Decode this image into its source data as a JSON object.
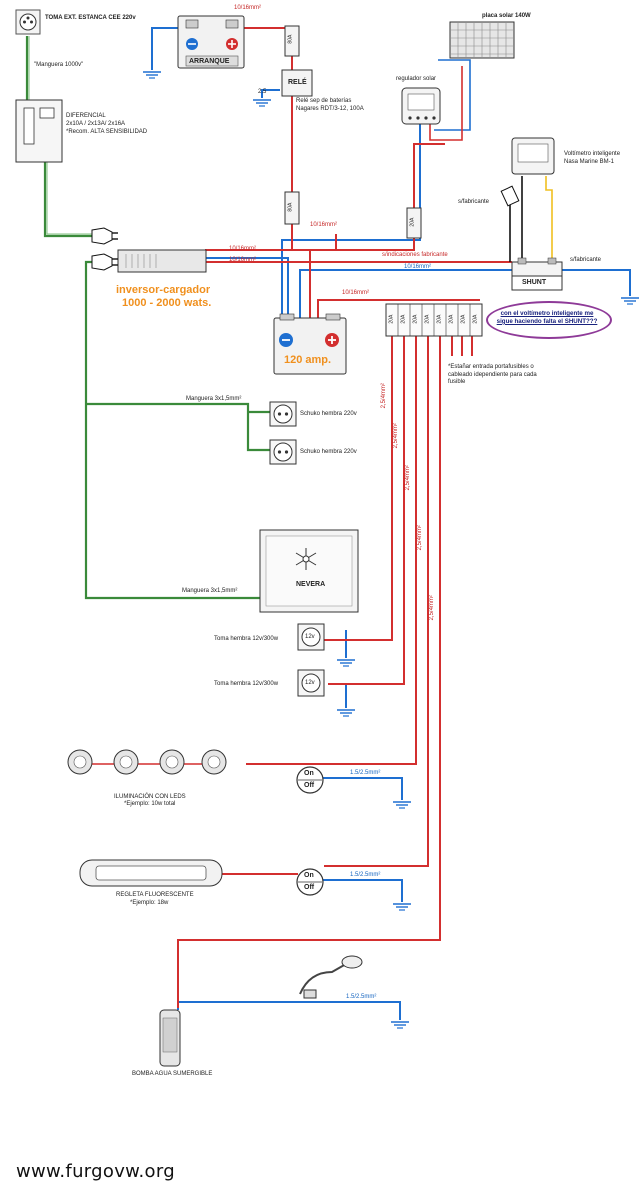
{
  "labels": {
    "toma_ext": "TOMA EXT. ESTANCA CEE 220v",
    "manguera_1000": "\"Manguera 1000v\"",
    "diferencial_title": "DIFERENCIAL",
    "diferencial_spec": "2x10A / 2x13A/ 2x16A",
    "diferencial_note": "*Recom. ALTA SENSIBILIDAD",
    "wire_top": "10/16mm²",
    "arranque": "ARRANQUE",
    "fuse_80a": "80A",
    "rele": "RELÉ",
    "rele_desc": "Relé sep de baterías\nNagares RDT/3-12, 100A",
    "voltage_25": "2.5",
    "placa_solar": "placa solar 140W",
    "regulador_solar": "regulador solar",
    "voltimetro": "Voltímetro inteligente\nNasa Marine BM-1",
    "s_fabricante": "s/fabricante",
    "s_fabricante_2": "s/fabricante",
    "shunt": "SHUNT",
    "fuse_20a": "20A",
    "s_indicaciones": "s/indicaciones fabricante",
    "wire_mid_1": "10/16mm²",
    "wire_mid_2": "10/16mm²",
    "wire_mid_3": "10/16mm²",
    "wire_mid_4": "10/16mm²",
    "wire_mid_5": "10/16mm²",
    "inversor_1": "inversor-cargador",
    "inversor_2": "1000 - 2000 wats.",
    "battery_120": "120 amp.",
    "callout": "con el voltímetro inteligente me sigue haciendo falta el SHUNT???",
    "fuse_block": [
      "20A",
      "20A",
      "20A",
      "20A",
      "20A",
      "20A",
      "20A",
      "20A"
    ],
    "fuse_note": "*Estañar entrada portafusibles o\ncableado idependiente para cada\nfusible",
    "manguera_3x15": "Manguera 3x1,5mm²",
    "manguera_3x15_b": "Manguera 3x1,5mm²",
    "schuko_1": "Schuko hembra 220v",
    "schuko_2": "Schuko hembra 220v",
    "wire_254": [
      "2,5/4mm²",
      "2,5/4mm²",
      "2,5/4mm²",
      "2,5/4mm²",
      "2,5/4mm²"
    ],
    "nevera": "NEVERA",
    "toma_12v_1": "Toma hembra 12v/300w",
    "toma_12v_2": "Toma hembra 12v/300w",
    "socket_12v": "12v",
    "iluminacion": "ILUMINACIÓN CON LEDS",
    "iluminacion_ej": "*Ejemplo: 10w total",
    "on": "On",
    "off": "Off",
    "wire_15_25_1": "1.5/2.5mm²",
    "wire_15_25_2": "1.5/2.5mm²",
    "wire_15_25_3": "1.5/2.5mm²",
    "regleta": "REGLETA FLUORESCENTE",
    "regleta_ej": "*Ejemplo: 18w",
    "bomba": "BOMBA AGUA SUMERGIBLE",
    "website": "www.furgovw.org"
  },
  "colors": {
    "positive": "#d32f2f",
    "negative": "#1e6fd1",
    "ac_green": "#3a8a3a",
    "solar_yellow": "#f0c020",
    "ground": "#1e6fd1",
    "callout_border": "#8e3a98",
    "inverter_text": "#f0901e"
  },
  "icons": [
    "socket-cee-icon",
    "breaker-icon",
    "plug-icon",
    "battery-icon",
    "fuse-icon",
    "relay-icon",
    "solar-panel-icon",
    "regulator-icon",
    "voltmeter-icon",
    "shunt-icon",
    "inverter-icon",
    "schuko-icon",
    "fridge-icon",
    "snowflake-icon",
    "socket-12v-icon",
    "led-light-icon",
    "switch-icon",
    "fluorescent-icon",
    "shower-icon",
    "pump-icon",
    "ground-icon"
  ]
}
